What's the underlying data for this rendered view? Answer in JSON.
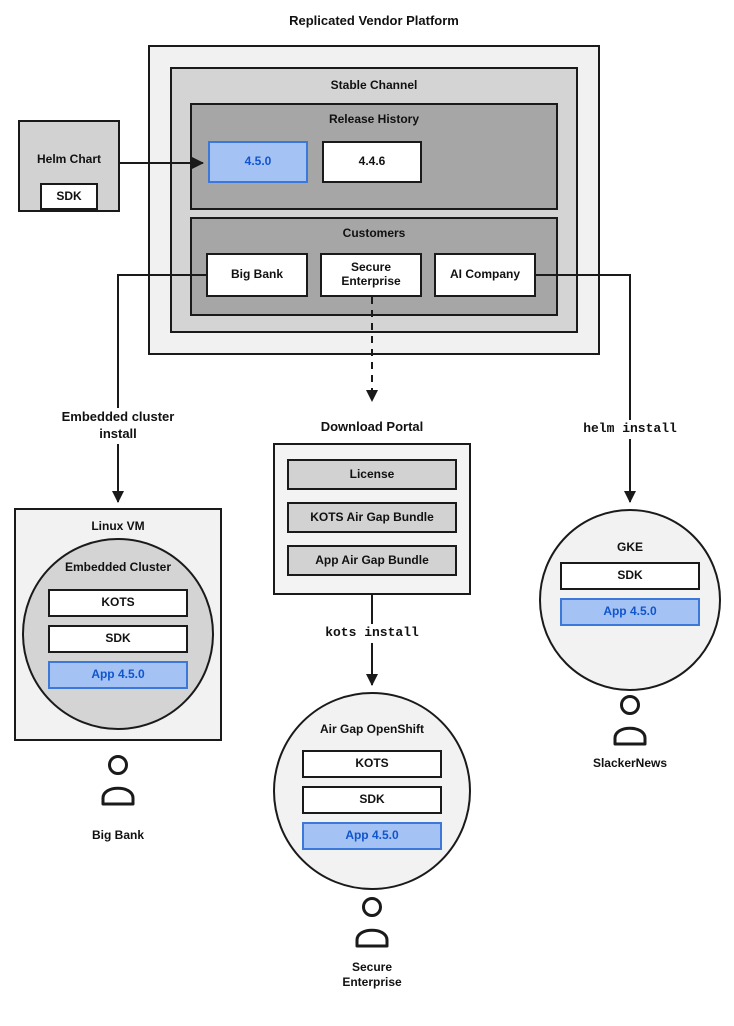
{
  "title": "Replicated Vendor Platform",
  "platform": {
    "channel": "Stable Channel",
    "release_history": {
      "title": "Release History",
      "versions": [
        "4.5.0",
        "4.4.6"
      ]
    },
    "customers": {
      "title": "Customers",
      "items": [
        "Big Bank",
        "Secure Enterprise",
        "AI Company"
      ]
    }
  },
  "helm_chart": {
    "title": "Helm Chart",
    "sdk": "SDK"
  },
  "flows": {
    "embedded_cluster_install": "Embedded cluster install",
    "helm_install": "helm install",
    "kots_install": "kots install"
  },
  "download_portal": {
    "title": "Download Portal",
    "items": [
      "License",
      "KOTS Air Gap Bundle",
      "App Air Gap Bundle"
    ]
  },
  "linux_vm": {
    "title": "Linux VM",
    "cluster": "Embedded Cluster",
    "components": [
      "KOTS",
      "SDK",
      "App 4.5.0"
    ],
    "user": "Big Bank"
  },
  "openshift": {
    "title": "Air Gap OpenShift",
    "components": [
      "KOTS",
      "SDK",
      "App 4.5.0"
    ],
    "user": "Secure Enterprise"
  },
  "gke": {
    "title": "GKE",
    "components": [
      "SDK",
      "App 4.5.0"
    ],
    "user": "SlackerNews"
  },
  "colors": {
    "highlight_fill": "#a4c2f4",
    "highlight_border": "#3c78d8",
    "highlight_text": "#1155cc"
  }
}
